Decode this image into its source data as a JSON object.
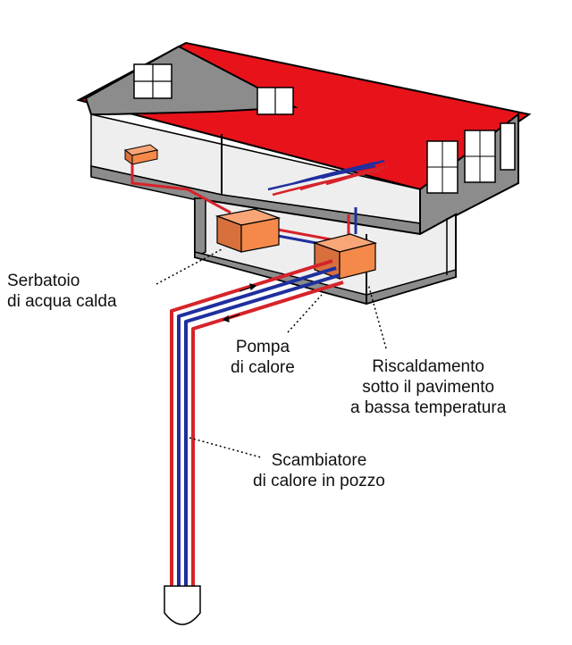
{
  "labels": {
    "serbatoio": [
      "Serbatoio",
      "di acqua calda"
    ],
    "pompa": [
      "Pompa",
      "di calore"
    ],
    "riscaldamento": [
      "Riscaldamento",
      "sotto il pavimento",
      "a bassa temperatura"
    ],
    "scambiatore": [
      "Scambiatore",
      "di calore in pozzo"
    ]
  },
  "colors": {
    "roof": "#e8121b",
    "wall": "#8c8c8c",
    "floor": "#f2f2f2",
    "tank": "#f5894a",
    "pipe_hot": "#d6232a",
    "pipe_cold": "#1f2f9e"
  }
}
